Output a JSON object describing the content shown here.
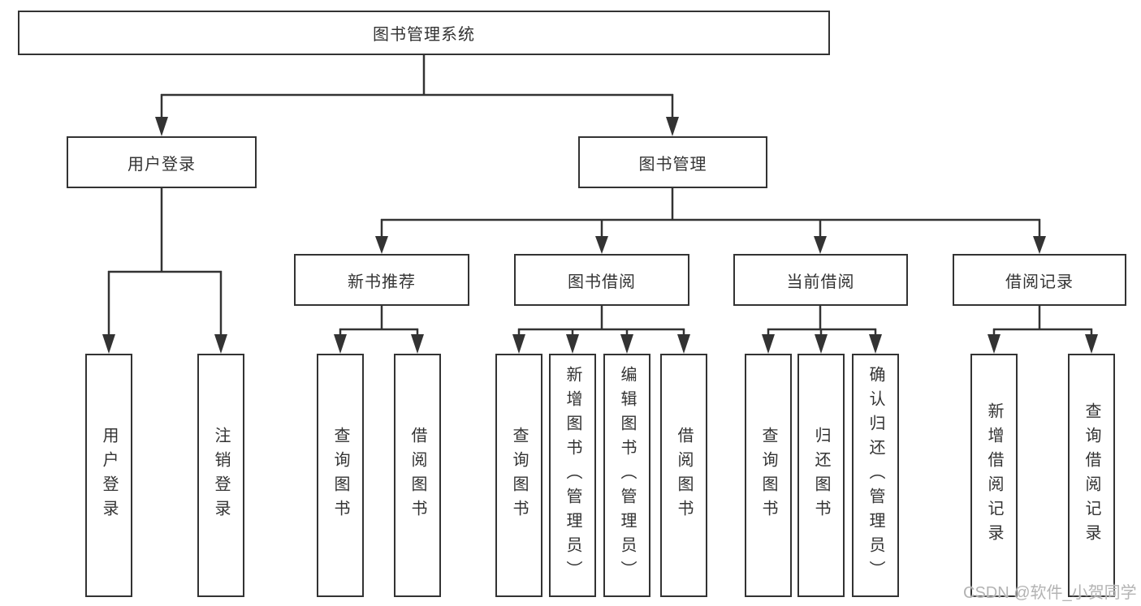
{
  "diagram": {
    "type": "hierarchy-tree",
    "root": {
      "id": "library-system",
      "label": "图书管理系统"
    },
    "level2": [
      {
        "id": "user-login",
        "label": "用户登录",
        "parent": "library-system"
      },
      {
        "id": "book-management",
        "label": "图书管理",
        "parent": "library-system"
      }
    ],
    "level3": [
      {
        "id": "new-book-recommend",
        "label": "新书推荐",
        "parent": "book-management"
      },
      {
        "id": "book-borrow",
        "label": "图书借阅",
        "parent": "book-management"
      },
      {
        "id": "current-borrow",
        "label": "当前借阅",
        "parent": "book-management"
      },
      {
        "id": "borrow-records",
        "label": "借阅记录",
        "parent": "book-management"
      }
    ],
    "leaves": [
      {
        "id": "leaf-user-login",
        "label": "用户登录",
        "parent": "user-login"
      },
      {
        "id": "leaf-logout",
        "label": "注销登录",
        "parent": "user-login"
      },
      {
        "id": "leaf-query-books-recommend",
        "label": "查询图书",
        "parent": "new-book-recommend"
      },
      {
        "id": "leaf-borrow-books-recommend",
        "label": "借阅图书",
        "parent": "new-book-recommend"
      },
      {
        "id": "leaf-query-books-borrow",
        "label": "查询图书",
        "parent": "book-borrow"
      },
      {
        "id": "leaf-add-book-admin",
        "label": "新增图书（管理员）",
        "parent": "book-borrow"
      },
      {
        "id": "leaf-edit-book-admin",
        "label": "编辑图书（管理员）",
        "parent": "book-borrow"
      },
      {
        "id": "leaf-borrow-books",
        "label": "借阅图书",
        "parent": "book-borrow"
      },
      {
        "id": "leaf-query-books-current",
        "label": "查询图书",
        "parent": "current-borrow"
      },
      {
        "id": "leaf-return-book",
        "label": "归还图书",
        "parent": "current-borrow"
      },
      {
        "id": "leaf-confirm-return-admin",
        "label": "确认归还（管理员）",
        "parent": "current-borrow"
      },
      {
        "id": "leaf-add-borrow-record",
        "label": "新增借阅记录",
        "parent": "borrow-records"
      },
      {
        "id": "leaf-query-borrow-record",
        "label": "查询借阅记录",
        "parent": "borrow-records"
      }
    ]
  },
  "watermark": {
    "text": "CSDN @软件_小贺同学"
  },
  "colors": {
    "line": "#333333",
    "box_bg": "#ffffff",
    "text": "#333333",
    "watermark": "#b3b3b3",
    "page_bg": "#ffffff"
  }
}
